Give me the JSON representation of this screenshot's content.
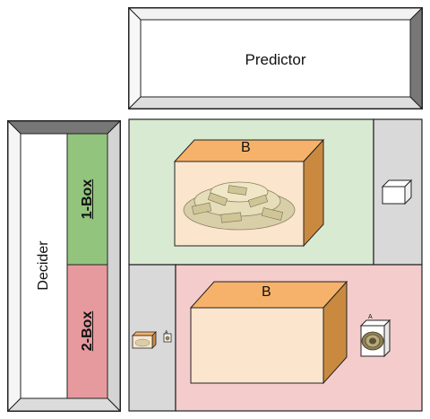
{
  "predictor": {
    "label": "Predictor"
  },
  "decider": {
    "label": "Decider",
    "one_box": {
      "label": "1-Box",
      "color": "#93c47d"
    },
    "two_box": {
      "label": "2-Box",
      "color": "#e69a9e"
    }
  },
  "outcomes": {
    "top": {
      "background": "#d9ead3",
      "big_box_label": "B",
      "big_box_contents": "cash-pile",
      "side_box_contents": "empty"
    },
    "bottom": {
      "background": "#f4cccc",
      "big_box_label": "B",
      "big_box_contents": "empty",
      "side_box_label": "A",
      "side_box_contents": "cash-roll",
      "small_left_box_label": "A"
    }
  },
  "colors": {
    "box_face": "#fce5cd",
    "box_top": "#f6b26b",
    "box_side": "#c98a40",
    "gray_strip": "#d9d9d9",
    "bevel_dark": "#777777"
  }
}
